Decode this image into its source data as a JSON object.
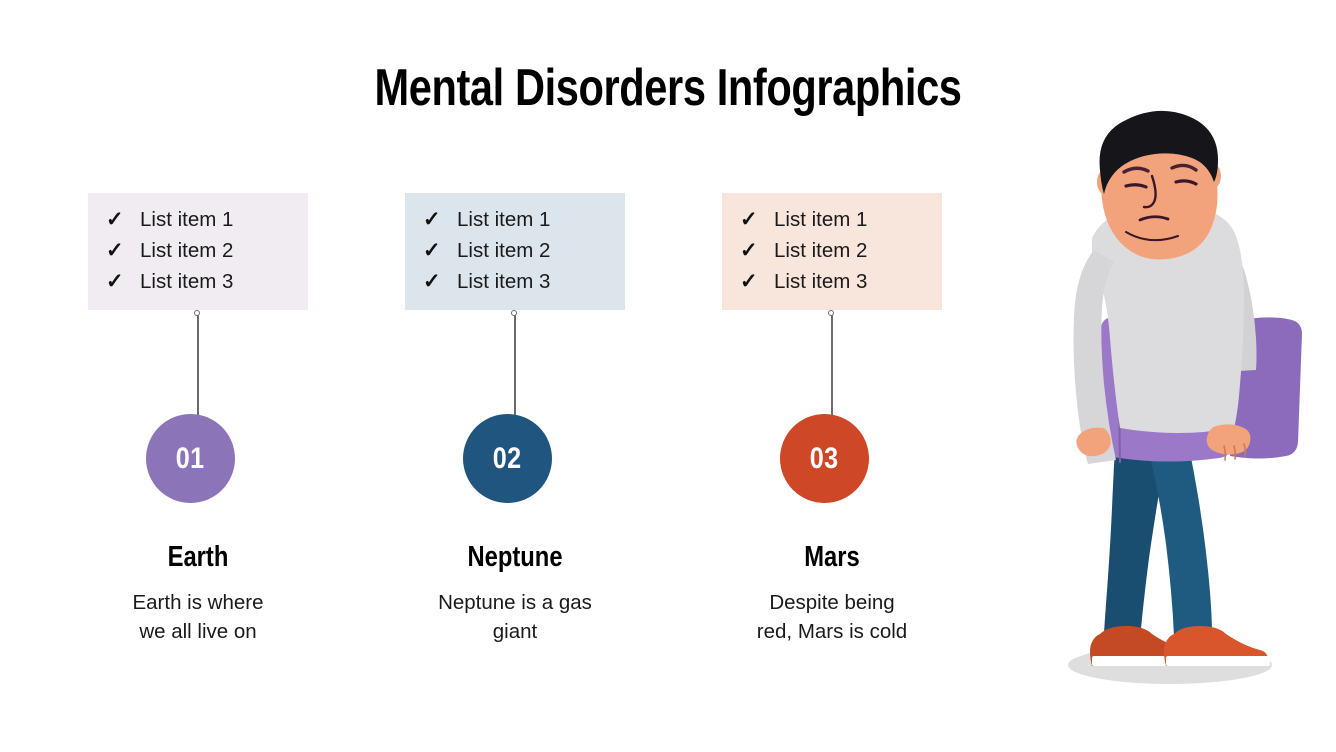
{
  "title": "Mental Disorders Infographics",
  "icons": {
    "check": "✓"
  },
  "columns": [
    {
      "number": "01",
      "heading": "Earth",
      "description_lines": [
        "Earth is where",
        "we all live on"
      ],
      "card_color": "#f0ecf2",
      "circle_color": "#8b74b8",
      "items": [
        "List item 1",
        "List item 2",
        "List item 3"
      ]
    },
    {
      "number": "02",
      "heading": "Neptune",
      "description_lines": [
        "Neptune is a gas",
        "giant"
      ],
      "card_color": "#dde5ec",
      "circle_color": "#20557f",
      "items": [
        "List item 1",
        "List item 2",
        "List item 3"
      ]
    },
    {
      "number": "03",
      "heading": "Mars",
      "description_lines": [
        "Despite being",
        "red, Mars is cold"
      ],
      "card_color": "#f8e6dd",
      "circle_color": "#ce4726",
      "items": [
        "List item 1",
        "List item 2",
        "List item 3"
      ]
    }
  ],
  "illustration": {
    "name": "sad-man-carrying-pillow",
    "colors": {
      "hair": "#15151a",
      "skin": "#f2a37c",
      "sweater": "#dcdcde",
      "pillow": "#9b79c8",
      "jeans": "#1f5b80",
      "shoes": "#d9552c",
      "sole": "#ffffff",
      "shadow": "#dedede"
    }
  }
}
